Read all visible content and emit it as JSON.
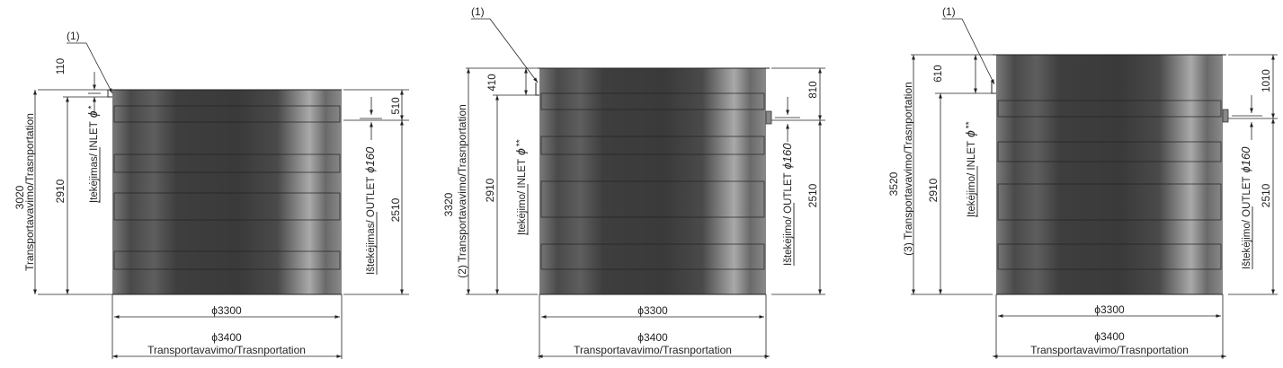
{
  "colors": {
    "tank_dark": "#3c3c3c",
    "tank_light": "#b8b8b8",
    "line": "#222222"
  },
  "tanks": [
    {
      "callout": "(1)",
      "overall_height": "3020",
      "transport_label": "Transportavavimo/Trasnportation",
      "inlet_offset": "110",
      "inlet_height": "2910",
      "inlet_label": "Įtekėjimas/ INLET",
      "inlet_phi": "ϕ",
      "inlet_mark": "*",
      "outlet_offset": "510",
      "outlet_height": "2510",
      "outlet_label": "Ištekėjimas/ OUTLET",
      "outlet_diameter": "ϕ160",
      "diameter_inner": "ϕ3300",
      "diameter_outer": "ϕ3400",
      "diameter_outer_label": "Transportavavimo/Trasnportation"
    },
    {
      "callout": "(1)",
      "overall_height": "3320",
      "transport_label": "(2) Transportavavimo/Trasnportation",
      "inlet_offset": "410",
      "inlet_height": "2910",
      "inlet_label": "Įtekėjimo/ INLET",
      "inlet_phi": "ϕ",
      "inlet_mark": "**",
      "outlet_offset": "810",
      "outlet_height": "2510",
      "outlet_label": "Ištekėjimo/ OUTLET",
      "outlet_diameter": "ϕ160",
      "diameter_inner": "ϕ3300",
      "diameter_outer": "ϕ3400",
      "diameter_outer_label": "Transportavavimo/Trasnportation"
    },
    {
      "callout": "(1)",
      "overall_height": "3520",
      "transport_label": "(3) Transportavavimo/Trasnportation",
      "inlet_offset": "610",
      "inlet_height": "2910",
      "inlet_label": "Įtekėjimo/ INLET",
      "inlet_phi": "ϕ",
      "inlet_mark": "**",
      "outlet_offset": "1010",
      "outlet_height": "2510",
      "outlet_label": "Ištekėjimo/ OUTLET",
      "outlet_diameter": "ϕ160",
      "diameter_inner": "ϕ3300",
      "diameter_outer": "ϕ3400",
      "diameter_outer_label": "Transportavavimo/Trasnportation"
    }
  ]
}
